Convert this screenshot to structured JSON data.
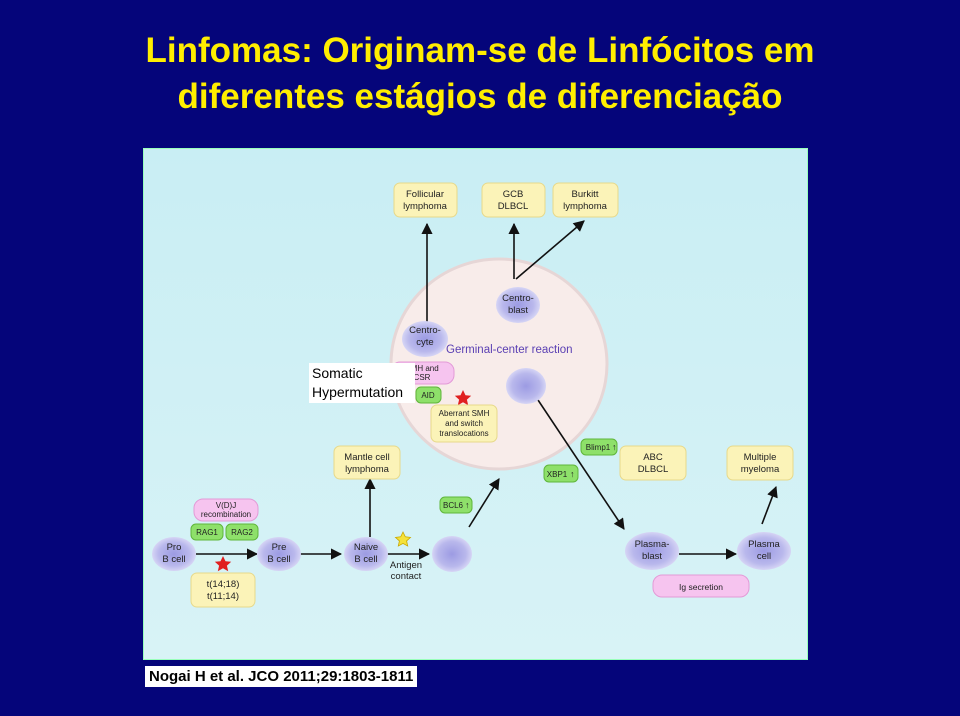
{
  "title": {
    "line1": "Linfomas:  Originam-se de Linfócitos em",
    "line2": "diferentes estágios de diferenciação"
  },
  "citation": "Nogai H et al. JCO 2011;29:1803-1811",
  "diagram": {
    "lymphoma_boxes": {
      "follicular": [
        "Follicular",
        "lymphoma"
      ],
      "gcb_dlbcl": [
        "GCB",
        "DLBCL"
      ],
      "burkitt": [
        "Burkitt",
        "lymphoma"
      ],
      "mantle": [
        "Mantle cell",
        "lymphoma"
      ],
      "abc_dlbcl": [
        "ABC",
        "DLBCL"
      ],
      "myeloma": [
        "Multiple",
        "myeloma"
      ]
    },
    "cells": {
      "centroblast": [
        "Centro-",
        "blast"
      ],
      "centrocyte": [
        "Centro-",
        "cyte"
      ],
      "pro_b": [
        "Pro",
        "B cell"
      ],
      "pre_b": [
        "Pre",
        "B cell"
      ],
      "naive_b": [
        "Naive",
        "B cell"
      ],
      "plasmablast": [
        "Plasma-",
        "blast"
      ],
      "plasma_cell": [
        "Plasma",
        "cell"
      ]
    },
    "germinal_center_label": "Germinal-center reaction",
    "smh_csr": [
      "SMH and",
      "CSR"
    ],
    "aid": "AID",
    "aberrant": [
      "Aberrant SMH",
      "and switch",
      "translocations"
    ],
    "somatic_hypermutation": [
      "Somatic",
      "Hypermutation"
    ],
    "blimp1": "Blimp1",
    "xbp1": "XBP1",
    "bcl6": "BCL6",
    "vdj": [
      "V(D)J",
      "recombination"
    ],
    "rag1": "RAG1",
    "rag2": "RAG2",
    "translocations": [
      "t(14;18)",
      "t(11;14)"
    ],
    "antigen_contact": [
      "Antigen",
      "contact"
    ],
    "ig_secretion": "Ig secretion"
  },
  "colors": {
    "background": "#05057a",
    "title": "#ffee00",
    "box_fill": "#fbf3b8",
    "green": "#8ee06a",
    "pink": "#f6c4ef",
    "cell": "#b9b8ec",
    "star": "#e02020"
  }
}
